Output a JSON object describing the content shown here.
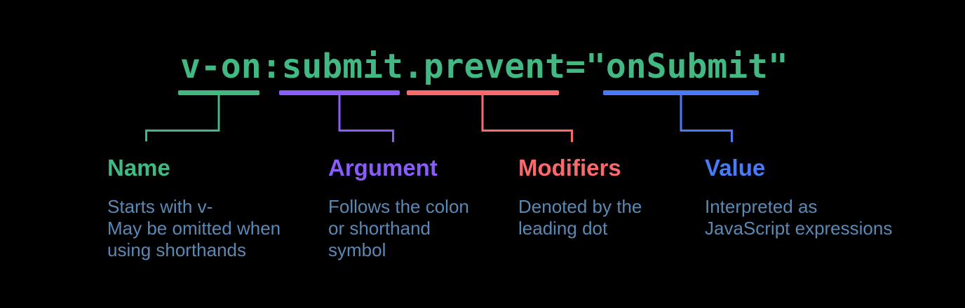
{
  "code": {
    "text": "v-on:submit.prevent=\"onSubmit\""
  },
  "colors": {
    "background": "#000000",
    "code_text": "#42b883",
    "name": "#42b883",
    "argument": "#8a5cf8",
    "modifiers": "#fb6a6a",
    "value": "#4a7af5",
    "description_text": "#5c88b4"
  },
  "annotations": [
    {
      "key": "name",
      "label": "Name",
      "color": "#42b883",
      "underlined_code_segment": "v-on",
      "description_lines": [
        "Starts with v-",
        "May be omitted when",
        "using shorthands"
      ]
    },
    {
      "key": "argument",
      "label": "Argument",
      "color": "#8a5cf8",
      "underlined_code_segment": "submit",
      "description_lines": [
        "Follows the colon",
        "or shorthand",
        "symbol"
      ]
    },
    {
      "key": "modifiers",
      "label": "Modifiers",
      "color": "#fb6a6a",
      "underlined_code_segment": ".prevent",
      "description_lines": [
        "Denoted by the",
        "leading dot"
      ]
    },
    {
      "key": "value",
      "label": "Value",
      "color": "#4a7af5",
      "underlined_code_segment": "onSubmit",
      "description_lines": [
        "Interpreted as",
        "JavaScript expressions"
      ]
    }
  ]
}
